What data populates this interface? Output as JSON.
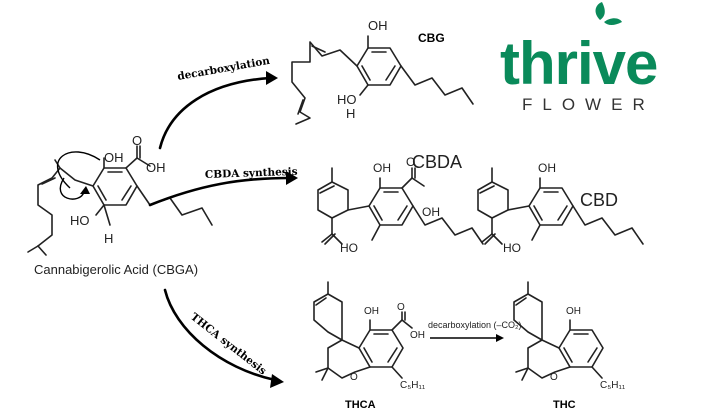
{
  "diagram": {
    "precursor": {
      "name": "Cannabigerolic Acid (CBGA)",
      "oh_top": "OH",
      "cooh_o": "O",
      "cooh_oh": "OH",
      "ho": "HO",
      "h": "H"
    },
    "pathways": [
      {
        "label": "decarboxylation"
      },
      {
        "label": "CBDA synthesis"
      },
      {
        "label": "THCA synthesis"
      }
    ],
    "products": {
      "cbg": {
        "name": "CBG",
        "oh": "OH",
        "ho": "HO",
        "h": "H"
      },
      "cbda": {
        "name": "CBDA",
        "oh": "OH",
        "o": "O",
        "oh2": "OH",
        "ho": "HO"
      },
      "cbd": {
        "name": "CBD",
        "oh": "OH",
        "ho": "HO"
      },
      "thca": {
        "name": "THCA",
        "oh": "OH",
        "o_acid": "O",
        "oh_acid": "OH",
        "o_ring": "O",
        "c5h11": "C₅H₁₁"
      },
      "thc": {
        "name": "THC",
        "oh": "OH",
        "o_ring": "O",
        "c5h11": "C₅H₁₁"
      }
    },
    "thca_to_thc": {
      "label": "decarboxylation (–CO₂)"
    }
  },
  "logo": {
    "word": "thrive",
    "sub": "FLOWER",
    "color": "#0a8a5a",
    "sub_color": "#333333"
  }
}
